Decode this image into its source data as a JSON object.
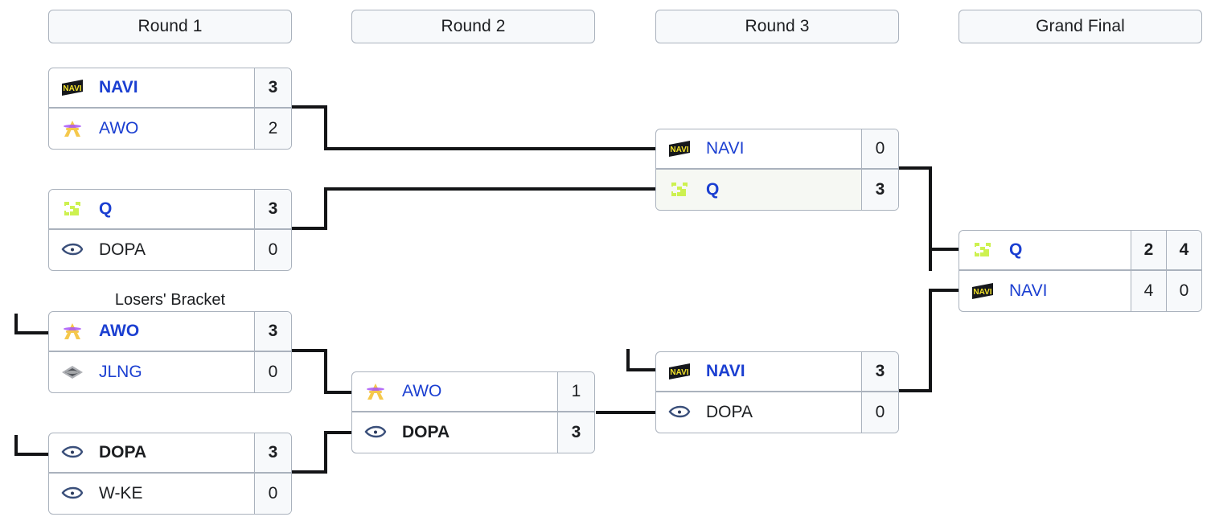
{
  "headers": [
    {
      "label": "Round 1"
    },
    {
      "label": "Round 2"
    },
    {
      "label": "Round 3"
    },
    {
      "label": "Grand Final"
    }
  ],
  "labels": {
    "losers_bracket": "Losers' Bracket"
  },
  "colors": {
    "team_link": "#1b3fd1",
    "text": "#1c1e21",
    "border": "#aab2bd",
    "score_bg": "#f7f9fb",
    "connector": "#131416",
    "navi_yellow": "#f2e22a",
    "awo_gold": "#f5c84c",
    "awo_purple": "#a855f7",
    "q_green": "#cdf150",
    "dopa_blue": "#3a4f7a",
    "jlng_gray": "#5a5f66"
  },
  "matches": {
    "r1_m1": {
      "rows": [
        {
          "team": "NAVI",
          "logo": "navi-logo",
          "score": "3",
          "winner": true,
          "name_color": "blue"
        },
        {
          "team": "AWO",
          "logo": "awo-logo",
          "score": "2",
          "winner": false,
          "name_color": "blue"
        }
      ]
    },
    "r1_m2": {
      "rows": [
        {
          "team": "Q",
          "logo": "q-logo",
          "score": "3",
          "winner": true,
          "name_color": "blue"
        },
        {
          "team": "DOPA",
          "logo": "dopa-logo",
          "score": "0",
          "winner": false,
          "name_color": "dark"
        }
      ]
    },
    "lb_m1": {
      "rows": [
        {
          "team": "AWO",
          "logo": "awo-logo",
          "score": "3",
          "winner": true,
          "name_color": "blue"
        },
        {
          "team": "JLNG",
          "logo": "jlng-logo",
          "score": "0",
          "winner": false,
          "name_color": "blue"
        }
      ]
    },
    "lb_m2": {
      "rows": [
        {
          "team": "DOPA",
          "logo": "dopa-logo",
          "score": "3",
          "winner": true,
          "name_color": "dark"
        },
        {
          "team": "W-KE",
          "logo": "dopa-logo",
          "score": "0",
          "winner": false,
          "name_color": "dark"
        }
      ]
    },
    "r2_m1": {
      "rows": [
        {
          "team": "AWO",
          "logo": "awo-logo",
          "score": "1",
          "winner": false,
          "name_color": "blue"
        },
        {
          "team": "DOPA",
          "logo": "dopa-logo",
          "score": "3",
          "winner": true,
          "name_color": "dark"
        }
      ]
    },
    "r3_m1": {
      "rows": [
        {
          "team": "NAVI",
          "logo": "navi-logo",
          "score": "0",
          "winner": false,
          "name_color": "blue"
        },
        {
          "team": "Q",
          "logo": "q-logo",
          "score": "3",
          "winner": true,
          "name_color": "blue",
          "highlight": true
        }
      ]
    },
    "r3_m2": {
      "rows": [
        {
          "team": "NAVI",
          "logo": "navi-logo",
          "score": "3",
          "winner": true,
          "name_color": "blue"
        },
        {
          "team": "DOPA",
          "logo": "dopa-logo",
          "score": "0",
          "winner": false,
          "name_color": "dark"
        }
      ]
    },
    "gf": {
      "rows": [
        {
          "team": "Q",
          "logo": "q-logo",
          "score1": "2",
          "score2": "4",
          "winner": true,
          "name_color": "blue"
        },
        {
          "team": "NAVI",
          "logo": "navi-logo",
          "score1": "4",
          "score2": "0",
          "winner": false,
          "name_color": "blue"
        }
      ]
    }
  }
}
